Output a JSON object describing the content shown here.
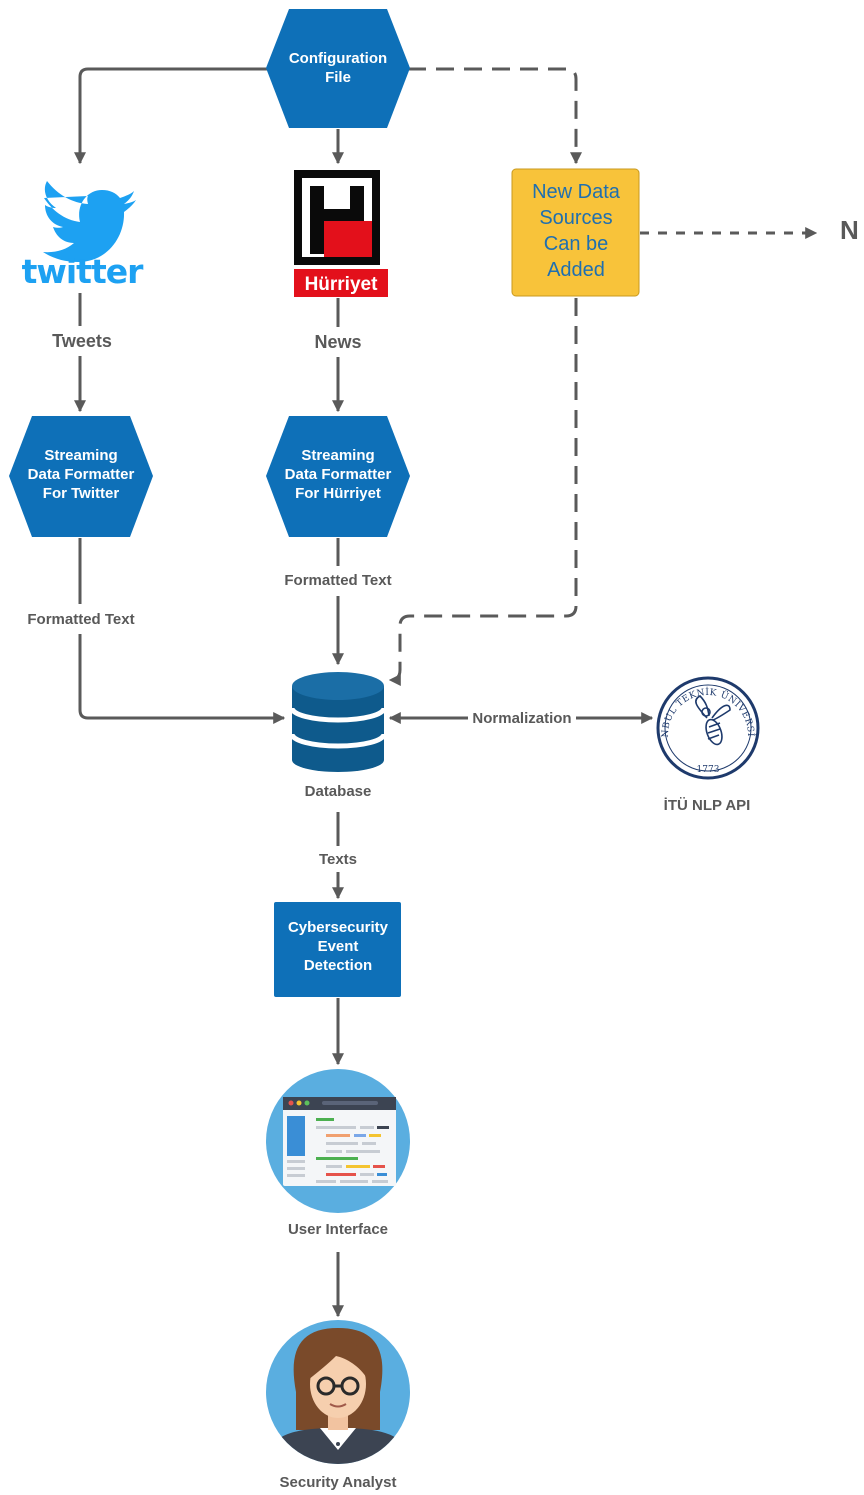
{
  "colors": {
    "node_blue": "#0e70b8",
    "accent_yellow": "#f8c33a",
    "connector": "#5a5a5a",
    "label_grey": "#595959",
    "circle_blue": "#5aaee0",
    "twitter_blue": "#1da1f2",
    "hurriyet_red": "#e3101b",
    "itu_navy": "#1e3a6c"
  },
  "nodes": {
    "config": {
      "line1": "Configuration",
      "line2": "File"
    },
    "twitter_formatter": {
      "line1": "Streaming",
      "line2": "Data Formatter",
      "line3": "For Twitter"
    },
    "hurriyet_formatter": {
      "line1": "Streaming",
      "line2": "Data Formatter",
      "line3": "For Hürriyet"
    },
    "new_sources": {
      "line1": "New Data",
      "line2": "Sources",
      "line3": "Can be",
      "line4": "Added"
    },
    "event_detection": {
      "line1": "Cybersecurity",
      "line2": "Event",
      "line3": "Detection"
    },
    "database": {
      "label": "Database"
    },
    "user_interface": {
      "label": "User Interface"
    },
    "security_analyst": {
      "label": "Security Analyst"
    },
    "itu_api": {
      "label": "İTÜ NLP API"
    }
  },
  "logos": {
    "twitter": {
      "wordmark": "twitter",
      "icon": "twitter-bird-icon"
    },
    "hurriyet": {
      "wordmark": "Hürriyet",
      "letter": "H"
    },
    "itu": {
      "ring_text": "İSTANBUL TEKNİK ÜNİVERSİTESİ",
      "year": "1773",
      "icon": "bee-icon"
    }
  },
  "edge_labels": {
    "tweets": "Tweets",
    "news": "News",
    "formatted_text_twitter": "Formatted Text",
    "formatted_text_hurriyet": "Formatted Text",
    "normalization": "Normalization",
    "texts": "Texts",
    "n_marker": "N"
  }
}
